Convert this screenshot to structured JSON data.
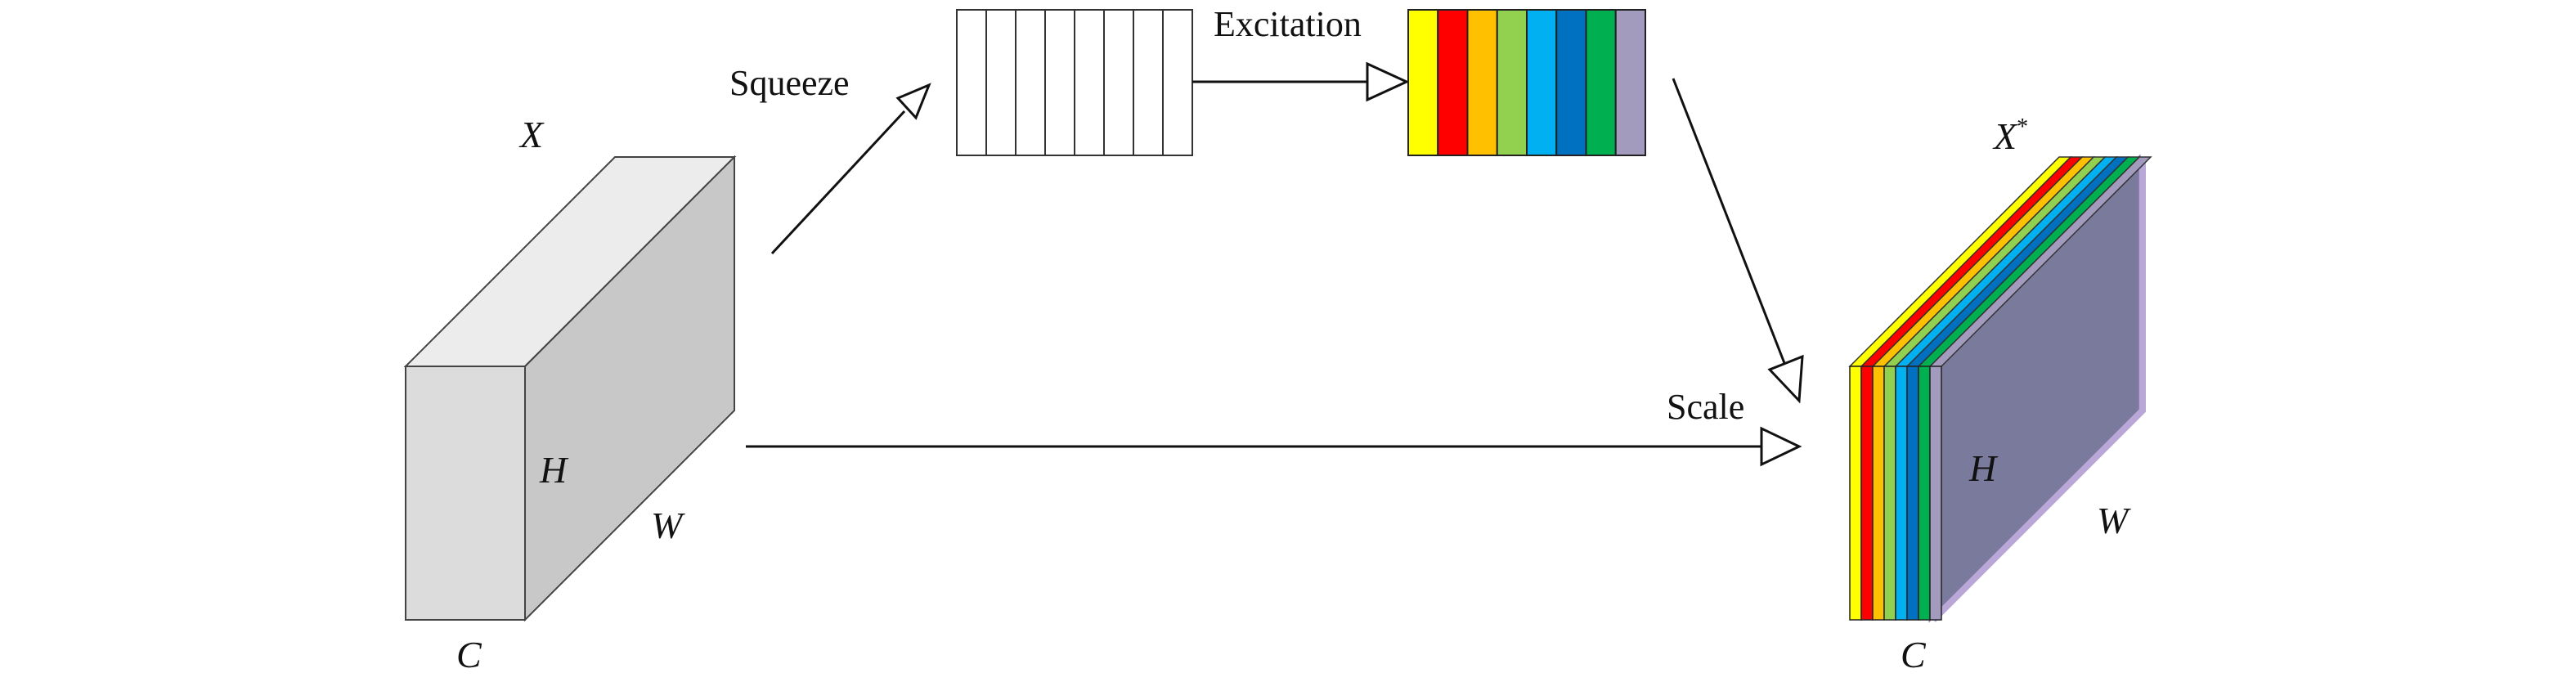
{
  "labels": {
    "squeeze": "Squeeze",
    "excitation": "Excitation",
    "scale": "Scale"
  },
  "input_tensor": {
    "name": "X",
    "height_label": "H",
    "width_label": "W",
    "channel_label": "C",
    "front_color": "#dcdcdc",
    "top_color": "#ececec",
    "side_color": "#c8c8c8"
  },
  "output_tensor": {
    "name": "X",
    "name_superscript": "*",
    "height_label": "H",
    "width_label": "W",
    "channel_label": "C",
    "back_color": "#7a7a9c"
  },
  "squeeze_vector": {
    "cells": 8,
    "fill": "#ffffff"
  },
  "channel_colors": [
    "#ffff00",
    "#ff0000",
    "#ffc000",
    "#92d050",
    "#00b0f0",
    "#0070c0",
    "#00b050",
    "#a29bbd"
  ]
}
